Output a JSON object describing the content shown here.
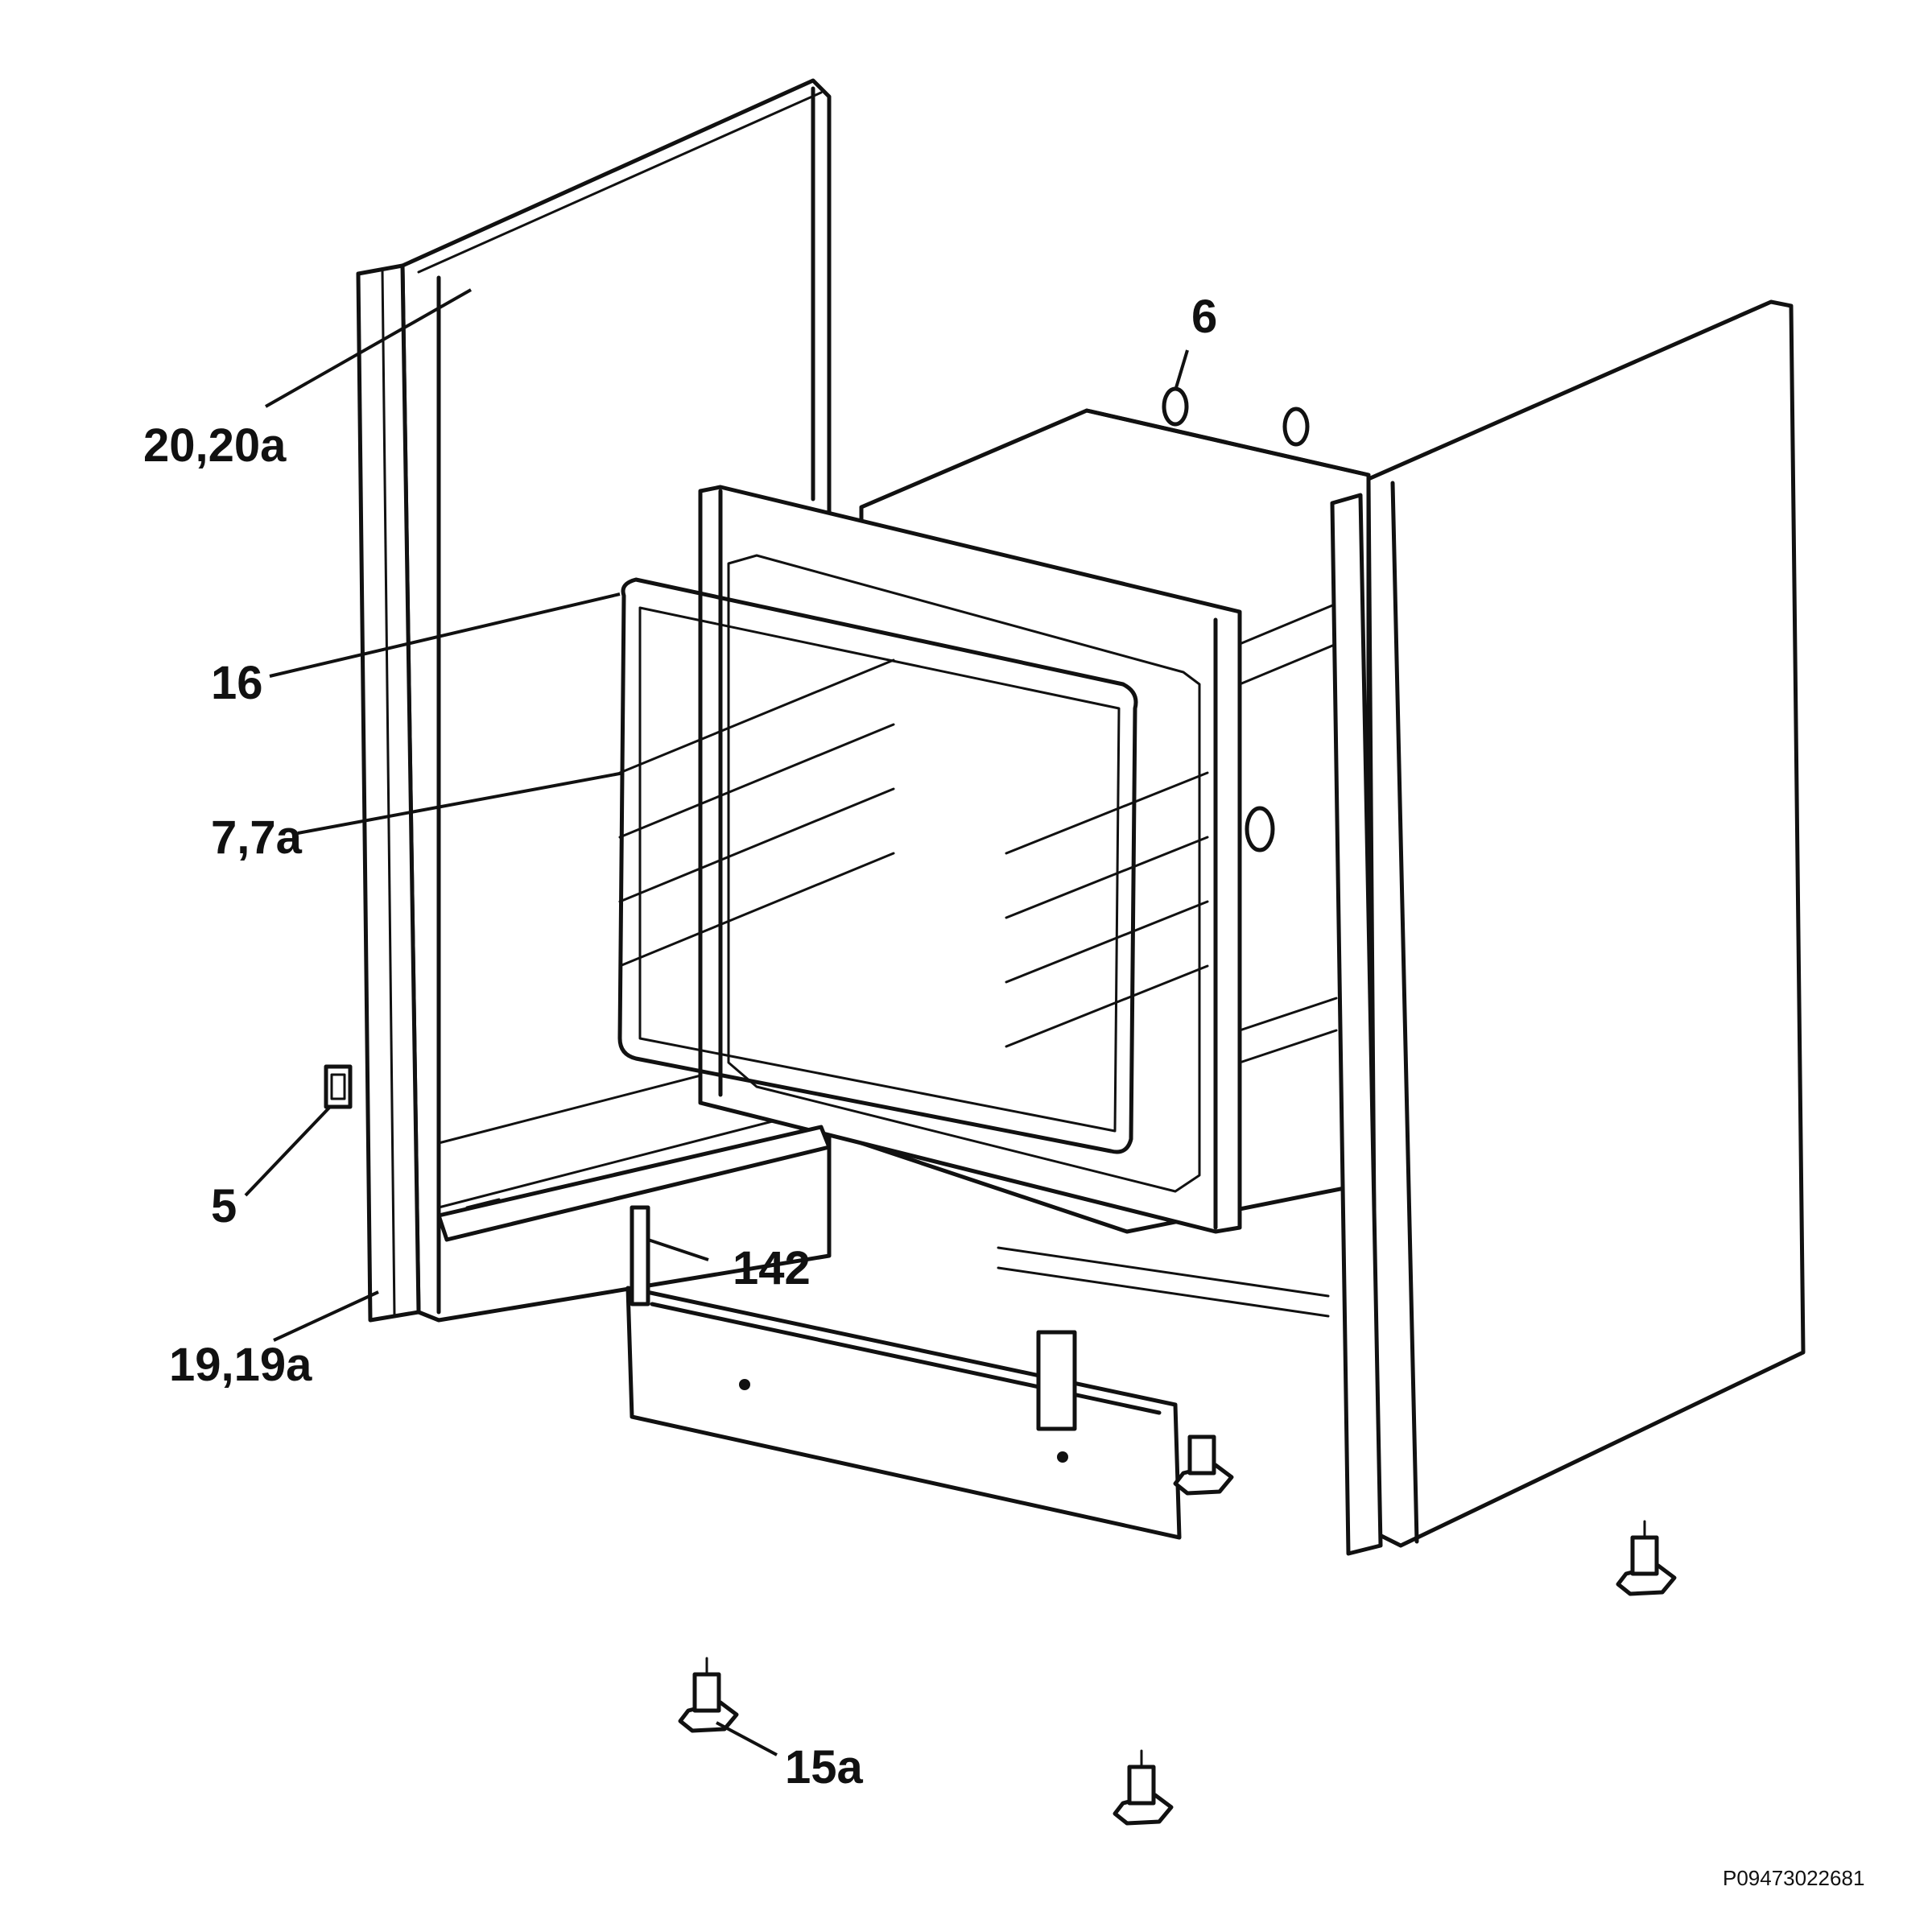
{
  "callouts": {
    "side_panel_left": "20,20a",
    "top_hook": "6",
    "door_seal": "16",
    "shelf_rack": "7,7a",
    "bracket_small": "5",
    "plinth_bracket": "142",
    "rail": "19,19a",
    "foot": "15a"
  },
  "footer": {
    "drawing_code": "P09473022681"
  }
}
